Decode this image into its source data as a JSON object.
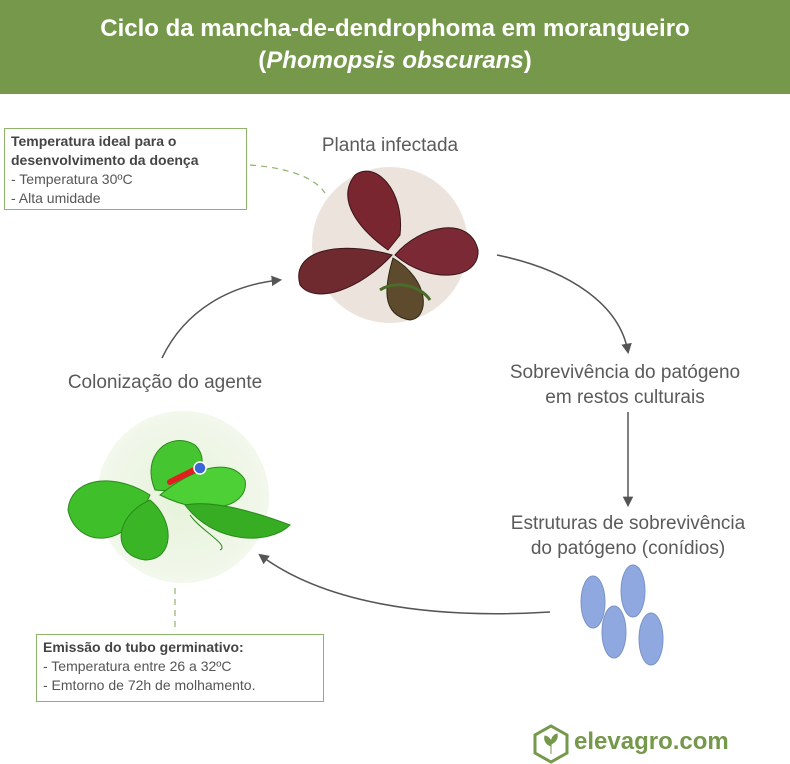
{
  "header": {
    "title_line1": "Ciclo da mancha-de-dendrophoma em morangueiro",
    "title_line2_open": "(",
    "title_line2_italic": "Phomopsis obscurans",
    "title_line2_close": ")"
  },
  "stages": {
    "infected_plant": "Planta infectada",
    "survival_line1": "Sobrevivência do patógeno",
    "survival_line2": "em restos culturais",
    "structures_line1": "Estruturas de sobrevivência",
    "structures_line2": "do patógeno (conídios)",
    "colonization": "Colonização do agente"
  },
  "temperature_box": {
    "heading_line1": "Temperatura ideal para o",
    "heading_line2": "desenvolvimento da doença",
    "items": [
      "- Temperatura 30ºC",
      "- Alta umidade"
    ]
  },
  "emission_box": {
    "heading": "Emissão do tubo germinativo:",
    "items": [
      "- Temperatura entre 26 a 32ºC",
      "- Emtorno de 72h de molhamento."
    ]
  },
  "logo": {
    "part1": "elev",
    "part2": "agro",
    "part3": ".com"
  },
  "colors": {
    "header_green": "#75984b",
    "box_border": "#8fb36a",
    "conidia_blue": "#8fa9e0",
    "arrow_gray": "#555555"
  }
}
